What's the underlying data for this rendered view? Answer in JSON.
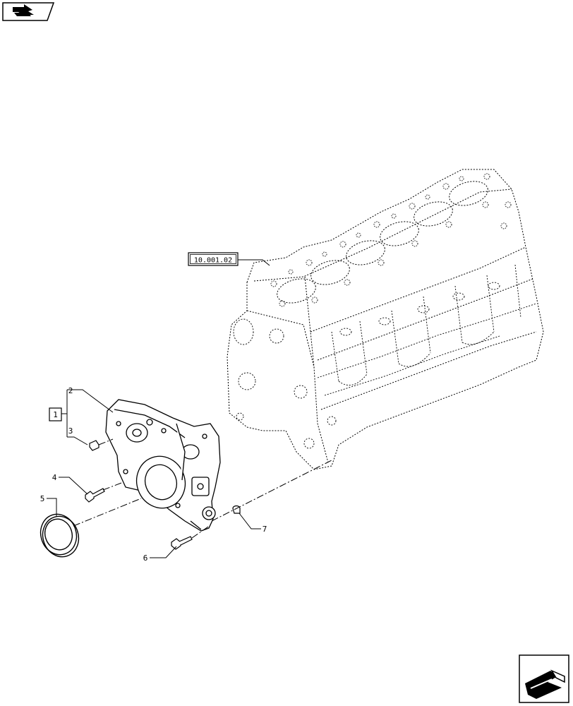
{
  "nav": {
    "prev_icon": "arrow-left-icon",
    "next_icon": "arrow-right-icon"
  },
  "reference": {
    "label": "10.001.02"
  },
  "callouts": {
    "group": "1",
    "cover": "2",
    "plug": "3",
    "bolt": "4",
    "seal": "5",
    "screw": "6",
    "dowel": "7"
  },
  "colors": {
    "line": "#000000",
    "background": "#ffffff"
  }
}
